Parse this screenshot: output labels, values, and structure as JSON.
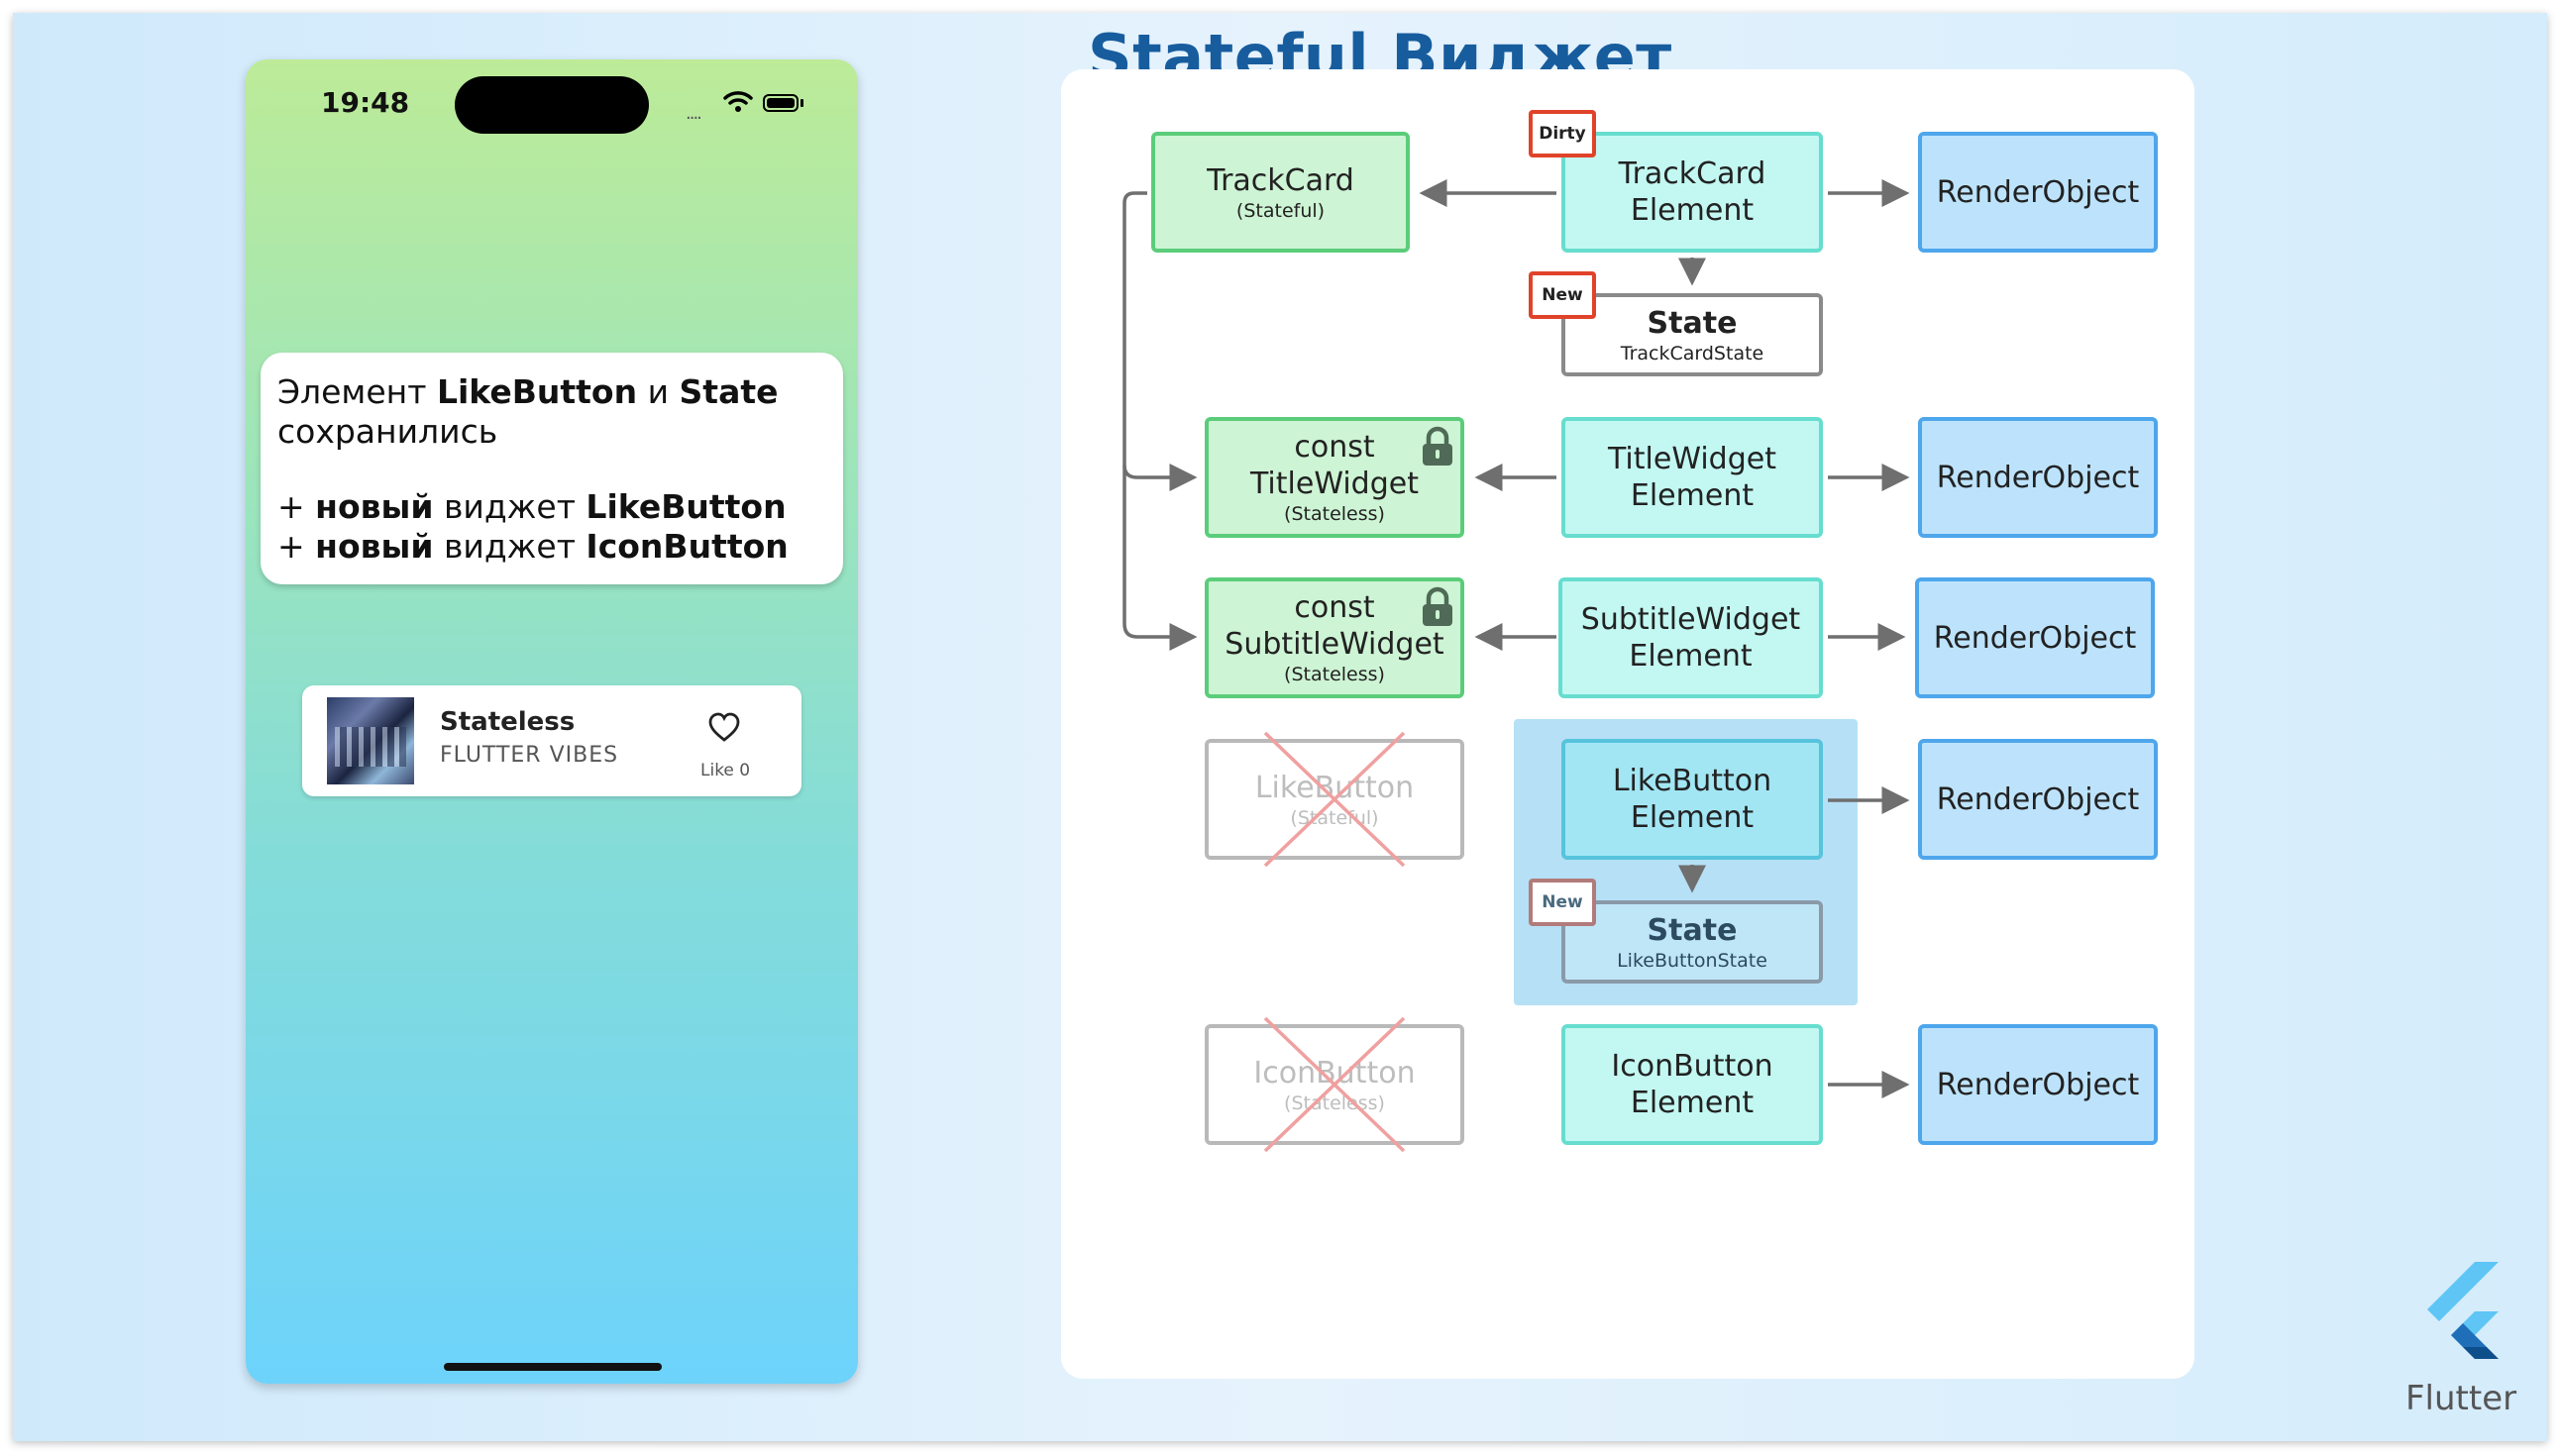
{
  "title": "Stateful Виджет",
  "phone": {
    "time": "19:48",
    "signal": "....",
    "message": {
      "line1_pre": "Элемент ",
      "line1_b1": "LikeButton",
      "line1_mid": " и ",
      "line1_b2": "State",
      "line2": "сохранились",
      "line3_pre": "+ ",
      "line3_b1": "новый",
      "line3_mid": " виджет ",
      "line3_b2": "LikeButton",
      "line4_pre": "+ ",
      "line4_b1": "новый",
      "line4_mid": " виджет ",
      "line4_b2": "IconButton"
    },
    "card": {
      "title": "Stateless",
      "subtitle": "FLUTTER VIBES",
      "like": "Like 0"
    }
  },
  "diagram": {
    "trackcard": {
      "l1": "TrackCard",
      "sub": "(Stateful)"
    },
    "trackcard_el": {
      "l1": "TrackCard",
      "l2": "Element"
    },
    "dirty_tag": "Dirty",
    "new_tag": "New",
    "state1": {
      "title": "State",
      "sub": "TrackCardState"
    },
    "title_w": {
      "l1": "const",
      "l2": "TitleWidget",
      "sub": "(Stateless)"
    },
    "title_el": {
      "l1": "TitleWidget",
      "l2": "Element"
    },
    "subtitle_w": {
      "l1": "const",
      "l2": "SubtitleWidget",
      "sub": "(Stateless)"
    },
    "subtitle_el": {
      "l1": "SubtitleWidget",
      "l2": "Element"
    },
    "like_w": {
      "l1": "LikeButton",
      "sub": "(Stateful)"
    },
    "like_el": {
      "l1": "LikeButton",
      "l2": "Element"
    },
    "state2": {
      "title": "State",
      "sub": "LikeButtonState"
    },
    "icon_w": {
      "l1": "IconButton",
      "sub": "(Stateless)"
    },
    "icon_el": {
      "l1": "IconButton",
      "l2": "Element"
    },
    "render": "RenderObject"
  },
  "logo": {
    "label": "Flutter"
  },
  "colors": {
    "title": "#175d9e",
    "widget_fill": "#cdf4d4",
    "element_fill": "#c3f8f2",
    "render_fill": "#bde3fc",
    "tag_border": "#e0432a",
    "cross": "#f0a0a0"
  }
}
